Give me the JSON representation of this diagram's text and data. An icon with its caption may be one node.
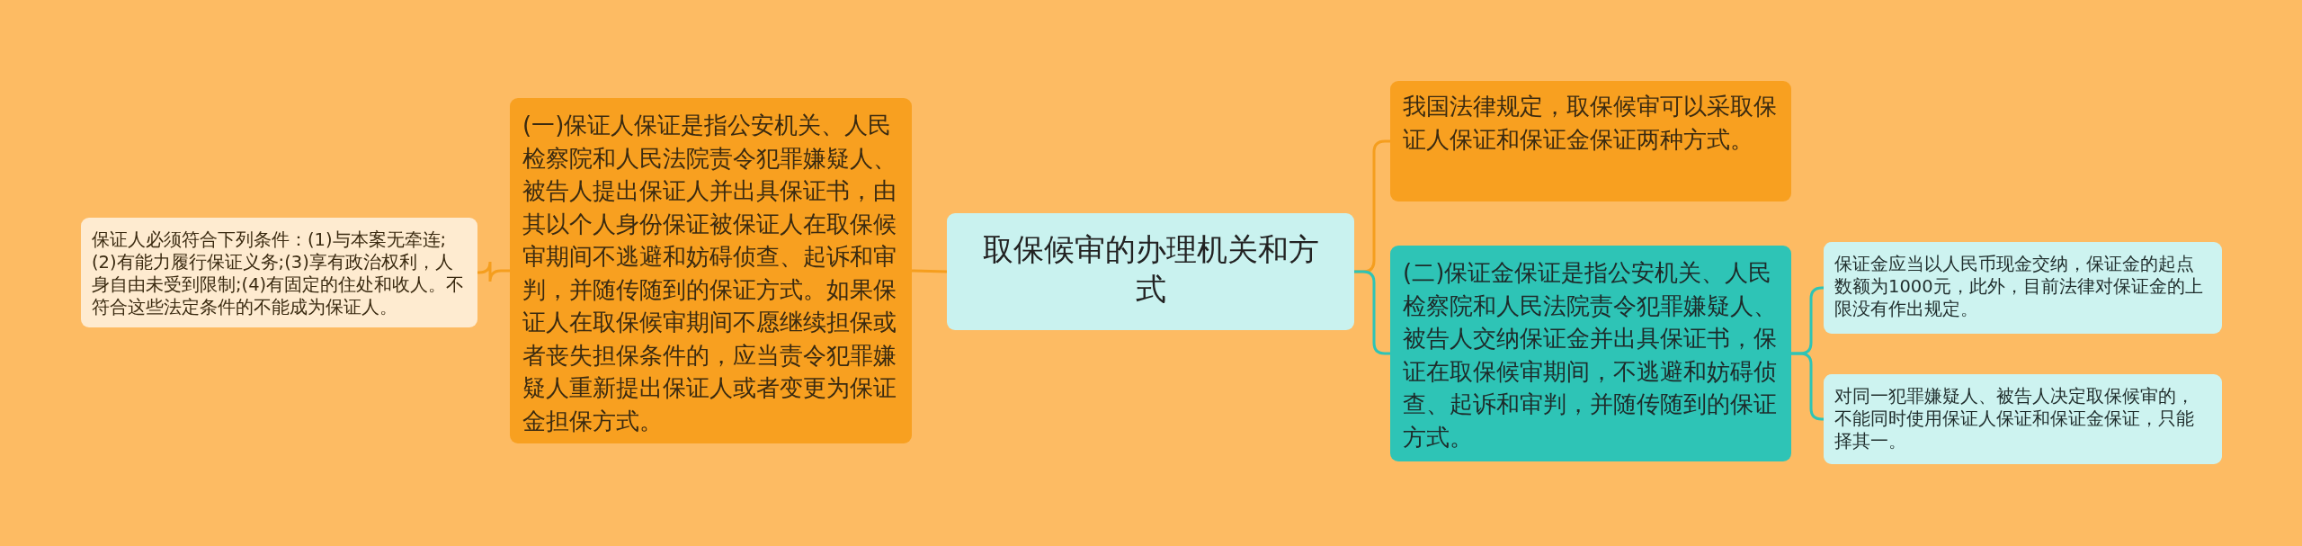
{
  "diagram": {
    "nodes": [
      {
        "text": [
          "取保候审的办理机关和方式"
        ]
      },
      {
        "text": [
          "(一)保证人保证是指公安机关、人民检察院和人民法院责令犯罪嫌疑人、被告人提出保证人并出具保证书，由其以个人身份保证被保证人在取保候审期间不逃避和妨碍侦查、起诉和审判，并随传随到的保证方式。如果保证人在取保候审期间不愿继续担保或者丧失担保条件的，应当责令犯罪嫌疑人重新提出保证人或者变更为保证金担保方式。"
        ]
      },
      {
        "text": [
          "保证人必须符合下列条件：(1)与本案无牵连;(2)有能力履行保证义务;(3)享有政治权利，人身自由未受到限制;(4)有固定的住处和收人。不符合这些法定条件的不能成为保证人。"
        ]
      },
      {
        "text": [
          "我国法律规定，取保候审可以采取保证人保证和保证金保证两种方式。"
        ]
      },
      {
        "text": [
          "(二)保证金保证是指公安机关、人民检察院和人民法院责令犯罪嫌疑人、被告人交纳保证金并出具保证书，保证在取保候审期间，不逃避和妨碍侦查、起诉和审判，并随传随到的保证方式。"
        ]
      },
      {
        "text": [
          "保证金应当以人民币现金交纳，保证金的起点数额为1000元，此外，目前法律对保证金的上限没有作出规定。"
        ]
      },
      {
        "text": [
          "对同一犯罪嫌疑人、被告人决定取保候审的，不能同时使用保证人保证和保证金保证，只能择其一。"
        ]
      }
    ],
    "edges": [
      {
        "from": 0,
        "to": 1,
        "arrow": "none"
      },
      {
        "from": 1,
        "to": 2,
        "arrow": "none"
      },
      {
        "from": 0,
        "to": 3,
        "arrow": "none"
      },
      {
        "from": 0,
        "to": 4,
        "arrow": "none",
        "color": "#2ec4b6"
      },
      {
        "from": 4,
        "to": 5,
        "arrow": "none",
        "color": "#2ec4b6"
      },
      {
        "from": 4,
        "to": 6,
        "arrow": "none",
        "color": "#2ec4b6"
      }
    ]
  }
}
